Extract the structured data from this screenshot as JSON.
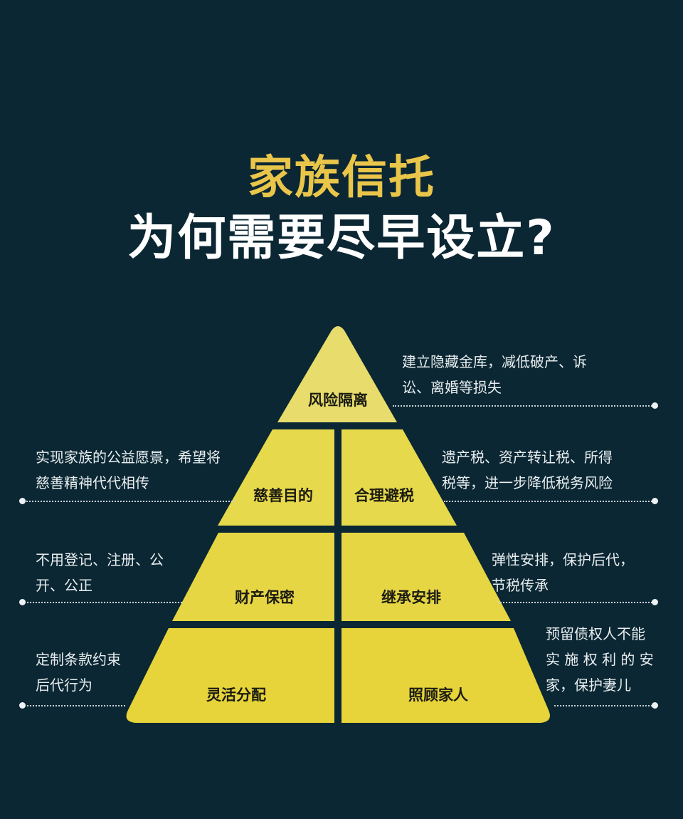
{
  "title": {
    "line1": "家族信托",
    "line2": "为何需要尽早设立?"
  },
  "colors": {
    "background": "#0b2733",
    "title_accent": "#e9c54a",
    "pyramid_yellow": "#e6d63c",
    "pyramid_top": "#e7dc6c",
    "title_white": "#ffffff"
  },
  "pyramid": {
    "tiers": [
      {
        "level": 1,
        "blocks": [
          "风险隔离"
        ]
      },
      {
        "level": 2,
        "blocks": [
          "慈善目的",
          "合理避税"
        ]
      },
      {
        "level": 3,
        "blocks": [
          "财产保密",
          "继承安排"
        ]
      },
      {
        "level": 4,
        "blocks": [
          "灵活分配",
          "照顾家人"
        ]
      }
    ]
  },
  "descriptions": {
    "risk_isolation": [
      "建立隐藏金库，减低破产、诉",
      "讼、离婚等损失"
    ],
    "charity": [
      "实现家族的公益愿景，希望将",
      "慈善精神代代相传"
    ],
    "tax": [
      "遗产税、资产转让税、所得",
      "税等，进一步降低税务风险"
    ],
    "privacy": [
      "不用登记、注册、公",
      "开、公正"
    ],
    "inheritance": [
      "弹性安排，保护后代，",
      "节税传承"
    ],
    "distribution": [
      "定制条款约束",
      "后代行为"
    ],
    "family_care": [
      "预留债权人不能",
      "实 施 权 利 的 安",
      "家，保护妻儿"
    ]
  }
}
